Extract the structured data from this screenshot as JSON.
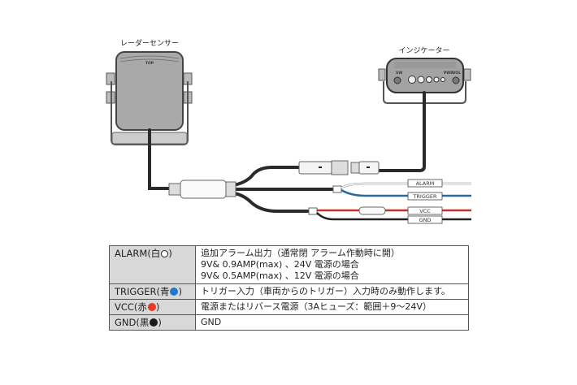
{
  "devices": {
    "radar_sensor": {
      "label": "レーダーセンサー",
      "top_mark": "TOP"
    },
    "indicator": {
      "label": "インジケーター",
      "left_mark": "SW",
      "right_marks": [
        "PWR",
        "VOL"
      ]
    }
  },
  "wires": [
    {
      "tag": "ALARM",
      "color": "#ffffff"
    },
    {
      "tag": "TRIGGER",
      "color": "#2a6a9a"
    },
    {
      "tag": "VCC",
      "color": "#c0302c"
    },
    {
      "tag": "GND",
      "color": "#222222"
    }
  ],
  "table": {
    "rows": [
      {
        "key": "ALARM(白",
        "dot": "white",
        "dot_color": "#ffffff",
        "close": ")",
        "lines": [
          "追加アラーム出力（通常閉 アラーム作動時に開）",
          "9V& 0.9AMP(max) 、24V 電源の場合",
          "9V& 0.5AMP(max) 、12V 電源の場合"
        ]
      },
      {
        "key": "TRIGGER(青",
        "dot": "blue",
        "dot_color": "#1f78c8",
        "close": ")",
        "lines": [
          "トリガー入力（車両からのトリガー）入力時のみ動作します。"
        ]
      },
      {
        "key": "VCC(赤",
        "dot": "red",
        "dot_color": "#e63a22",
        "close": ")",
        "lines": [
          "電源またはリバース電源（3Aヒューズ：範囲＋9～24V）"
        ]
      },
      {
        "key": "GND(黒",
        "dot": "black",
        "dot_color": "#1a1a1a",
        "close": ")",
        "lines": [
          "GND"
        ]
      }
    ]
  }
}
